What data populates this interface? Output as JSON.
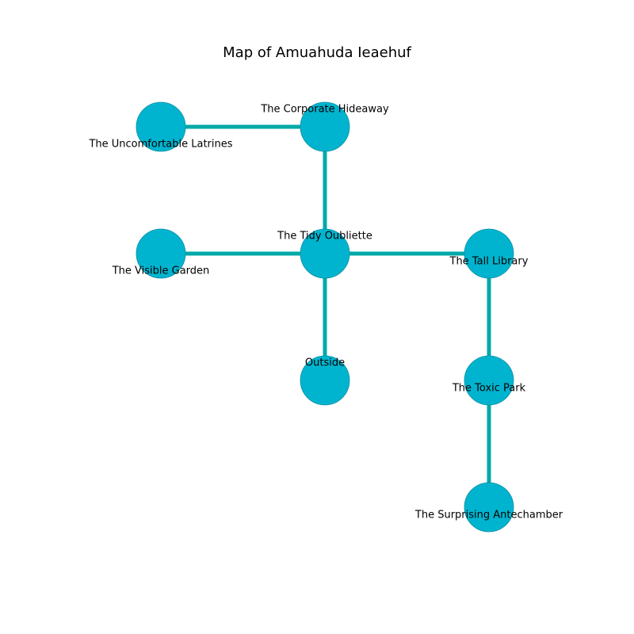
{
  "title": "Map of Amuahuda Ieaehuf",
  "colors": {
    "node_fill": "#00b4cf",
    "node_stroke": "#0a8ea3",
    "edge": "#00a9a8"
  },
  "nodes": [
    {
      "id": "uncomfortable-latrines",
      "label": "The Uncomfortable Latrines",
      "col": 0,
      "row": 0,
      "label_pos": "below"
    },
    {
      "id": "corporate-hideaway",
      "label": "The Corporate Hideaway",
      "col": 1,
      "row": 0,
      "label_pos": "above"
    },
    {
      "id": "visible-garden",
      "label": "The Visible Garden",
      "col": 0,
      "row": 1,
      "label_pos": "below"
    },
    {
      "id": "tidy-oubliette",
      "label": "The Tidy Oubliette",
      "col": 1,
      "row": 1,
      "label_pos": "above"
    },
    {
      "id": "tall-library",
      "label": "The Tall Library",
      "col": 2,
      "row": 1,
      "label_pos": "center"
    },
    {
      "id": "outside",
      "label": "Outside",
      "col": 1,
      "row": 2,
      "label_pos": "above"
    },
    {
      "id": "toxic-park",
      "label": "The Toxic Park",
      "col": 2,
      "row": 2,
      "label_pos": "center"
    },
    {
      "id": "surprising-antechamber",
      "label": "The Surprising Antechamber",
      "col": 2,
      "row": 3,
      "label_pos": "center"
    }
  ],
  "edges": [
    [
      "uncomfortable-latrines",
      "corporate-hideaway"
    ],
    [
      "corporate-hideaway",
      "tidy-oubliette"
    ],
    [
      "visible-garden",
      "tidy-oubliette"
    ],
    [
      "tidy-oubliette",
      "tall-library"
    ],
    [
      "tidy-oubliette",
      "outside"
    ],
    [
      "tall-library",
      "toxic-park"
    ],
    [
      "toxic-park",
      "surprising-antechamber"
    ]
  ]
}
